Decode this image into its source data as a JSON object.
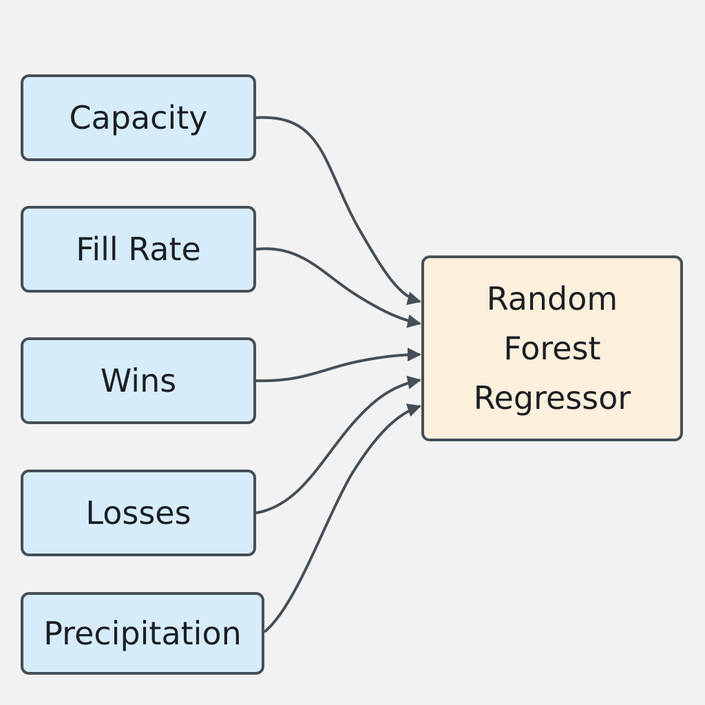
{
  "features": [
    {
      "label": "Capacity"
    },
    {
      "label": "Fill Rate"
    },
    {
      "label": "Wins"
    },
    {
      "label": "Losses"
    },
    {
      "label": "Precipitation"
    }
  ],
  "model": {
    "lines": [
      "Random",
      "Forest",
      "Regressor"
    ]
  },
  "colors": {
    "background": "#f2f2f2",
    "feature_fill": "#d7ecfb",
    "model_fill": "#fcefdc",
    "stroke": "#464f57"
  }
}
